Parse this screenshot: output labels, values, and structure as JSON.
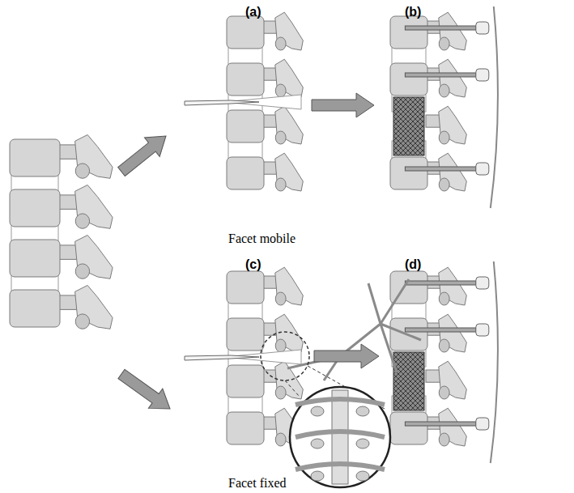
{
  "diagram": {
    "labels": [
      "(a)",
      "(b)",
      "Facet mobile",
      "(c)",
      "(d)",
      "Facet fixed"
    ]
  }
}
